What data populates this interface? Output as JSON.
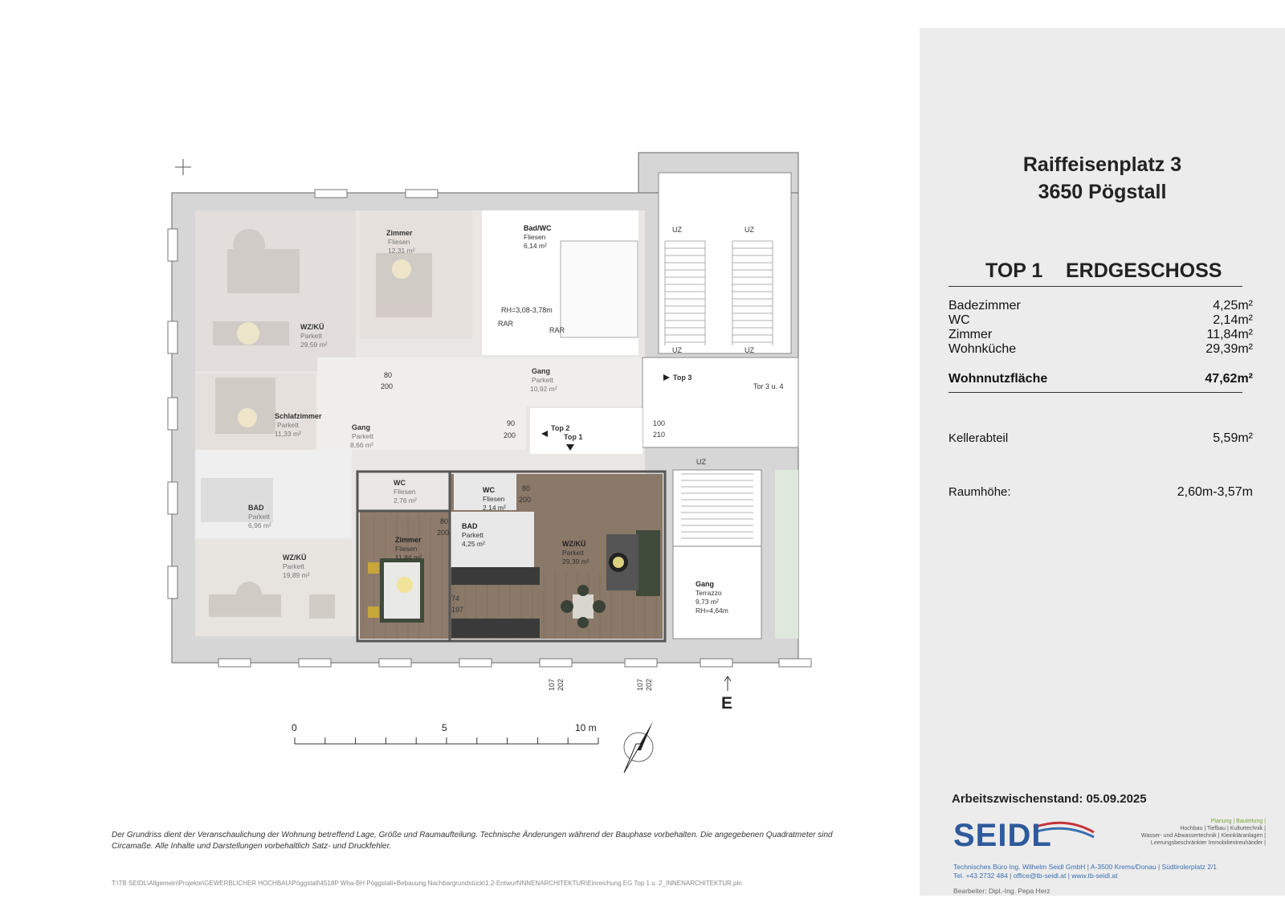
{
  "address": {
    "line1": "Raiffeisenplatz 3",
    "line2": "3650 Pögstall"
  },
  "unit": {
    "top": "TOP 1",
    "floor": "ERDGESCHOSS"
  },
  "areas": [
    {
      "label": "Badezimmer",
      "value": "4,25m²"
    },
    {
      "label": "WC",
      "value": "2,14m²"
    },
    {
      "label": "Zimmer",
      "value": "11,84m²"
    },
    {
      "label": "Wohnküche",
      "value": "29,39m²"
    }
  ],
  "total": {
    "label": "Wohnnutzfläche",
    "value": "47,62m²"
  },
  "cellar": {
    "label": "Kellerabteil",
    "value": "5,59m²"
  },
  "height": {
    "label": "Raumhöhe:",
    "value": "2,60m-3,57m"
  },
  "status": "Arbeitszwischenstand: 05.09.2025",
  "company": {
    "logo": "SEIDL",
    "services": [
      "Planung | Bauleitung |",
      "Hochbau | Tiefbau | Kulturtechnik |",
      "Wasser- und Abwassertechnik | Kleinkläranlagen |",
      "Leerungsbeschränkter Immobilientreuhänder |"
    ],
    "line1": "Technisches Büro Ing. Wilhelm Seidl GmbH | A-3500 Krems/Donau | Südtirolerplatz 2/1",
    "line2": "Tel. +43 2732 484 | office@tb-seidl.at | www.tb-seidl.at",
    "editor": "Bearbeiter: Dipl.-Ing. Pepa Herz"
  },
  "disclaimer": "Der Grundriss dient der Veranschaulichung der Wohnung betreffend Lage, Größe und Raumaufteilung. Technische Änderungen während der Bauphase vorbehalten. Die angegebenen Quadratmeter sind Circamaße. Alle Inhalte und Darstellungen vorbehaltlich Satz- und Druckfehler.",
  "filepath": "T:\\TB SEIDL\\Allgemein\\Projekte\\GEWERBLICHER HOCHBAU\\Pöggstall\\4518P Wha-BH Pöggstall+Bebauung Nachbargrundstück\\1.2-Entwurf\\INNENARCHITEKTUR\\Einreichung EG Top 1 u. 2_INNENARCHITEKTUR.pln",
  "scale": {
    "t0": "0",
    "t5": "5",
    "t10": "10 m"
  },
  "entrance": "E",
  "rooms": {
    "badwc": [
      "Bad/WC",
      "Fliesen",
      "6,14 m²"
    ],
    "zimmer_t": [
      "Zimmer",
      "Fliesen",
      "12,31 m²"
    ],
    "wzku_t": [
      "WZ/KÜ",
      "Parkett",
      "29,59 m²"
    ],
    "schlaf": [
      "Schlafzimmer",
      "Parkett",
      "11,33 m²"
    ],
    "gang_l": [
      "Gang",
      "Parkett",
      "8,66 m²"
    ],
    "gang_c": [
      "Gang",
      "Parkett",
      "10,92 m²"
    ],
    "bad_l": [
      "BAD",
      "Parkett",
      "6,96 m²"
    ],
    "wc_l": [
      "WC",
      "Fliesen",
      "2,76 m²"
    ],
    "wzku_l": [
      "WZ/KÜ",
      "Parkett",
      "19,89 m²"
    ],
    "wc_1": [
      "WC",
      "Fliesen",
      "2,14 m²"
    ],
    "bad_1": [
      "BAD",
      "Parkett",
      "4,25 m²"
    ],
    "zimmer_1": [
      "Zimmer",
      "Fliesen",
      "11,84 m²"
    ],
    "wzku_1": [
      "WZ/KÜ",
      "Parkett",
      "29,39 m²"
    ],
    "gang_t": [
      "Gang",
      "Terrazzo",
      "9,73 m²",
      "RH=4,64m"
    ]
  },
  "labels": {
    "rh": "RH=3,08-3,78m",
    "rar1": "RAR",
    "rar2": "RAR",
    "top1": "Top 1",
    "top2": "Top 2",
    "top3": "Top 3",
    "tor": "Tor 3 u. 4",
    "uz": "UZ",
    "d80a": "80",
    "d200a": "200",
    "d90": "90",
    "d200b": "200",
    "d100": "100",
    "d210": "210",
    "d74": "74",
    "d197": "197",
    "d107a": "107",
    "d202a": "202",
    "d107b": "107",
    "d202b": "202",
    "d80b": "80",
    "d200c": "200",
    "d80c": "80",
    "d200d": "200"
  }
}
